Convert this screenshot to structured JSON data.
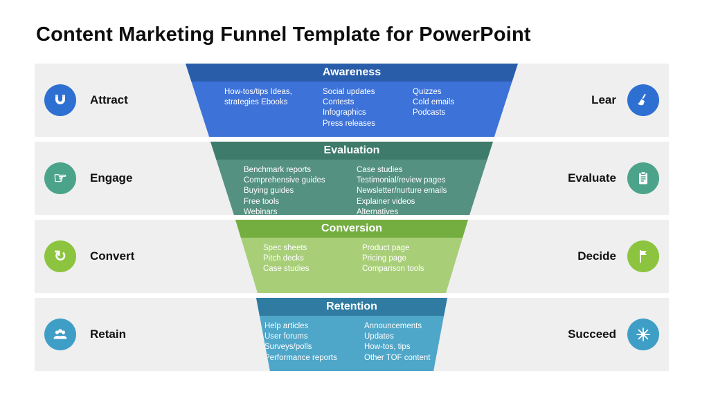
{
  "title": "Content Marketing Funnel Template for PowerPoint",
  "colors": {
    "band_bg": "#efefef",
    "stages": [
      {
        "header": "#2a5da9",
        "body": "#3d72d9",
        "icon": "#2e6fd2"
      },
      {
        "header": "#3e7b6a",
        "body": "#559180",
        "icon": "#4ba38a"
      },
      {
        "header": "#74ae41",
        "body": "#a8cf78",
        "icon": "#8cc43f"
      },
      {
        "header": "#2f7ba1",
        "body": "#4ea6c9",
        "icon": "#3f9ec6"
      }
    ]
  },
  "rows": [
    {
      "left_label": "Attract",
      "right_label": "Lear",
      "header": "Awareness",
      "columns": [
        "How-tos/tips Ideas,\nstrategies Ebooks",
        "Social updates\nContests\nInfographics\nPress releases",
        "Quizzes\nCold emails\nPodcasts"
      ]
    },
    {
      "left_label": "Engage",
      "right_label": "Evaluate",
      "header": "Evaluation",
      "columns": [
        "Benchmark reports\nComprehensive guides\nBuying guides\nFree tools\nWebinars",
        "Case studies\nTestimonial/review pages\nNewsletter/nurture emails\nExplainer videos\nAlternatives"
      ]
    },
    {
      "left_label": "Convert",
      "right_label": "Decide",
      "header": "Conversion",
      "columns": [
        "Spec sheets\nPitch decks\nCase studies",
        "Product page\nPricing page\nComparison tools"
      ]
    },
    {
      "left_label": "Retain",
      "right_label": "Succeed",
      "header": "Retention",
      "columns": [
        "Help articles\nUser forums\nSurveys/polls\nPerformance reports",
        "Announcements\nUpdates\nHow-tos, tips\nOther TOF content"
      ]
    }
  ]
}
